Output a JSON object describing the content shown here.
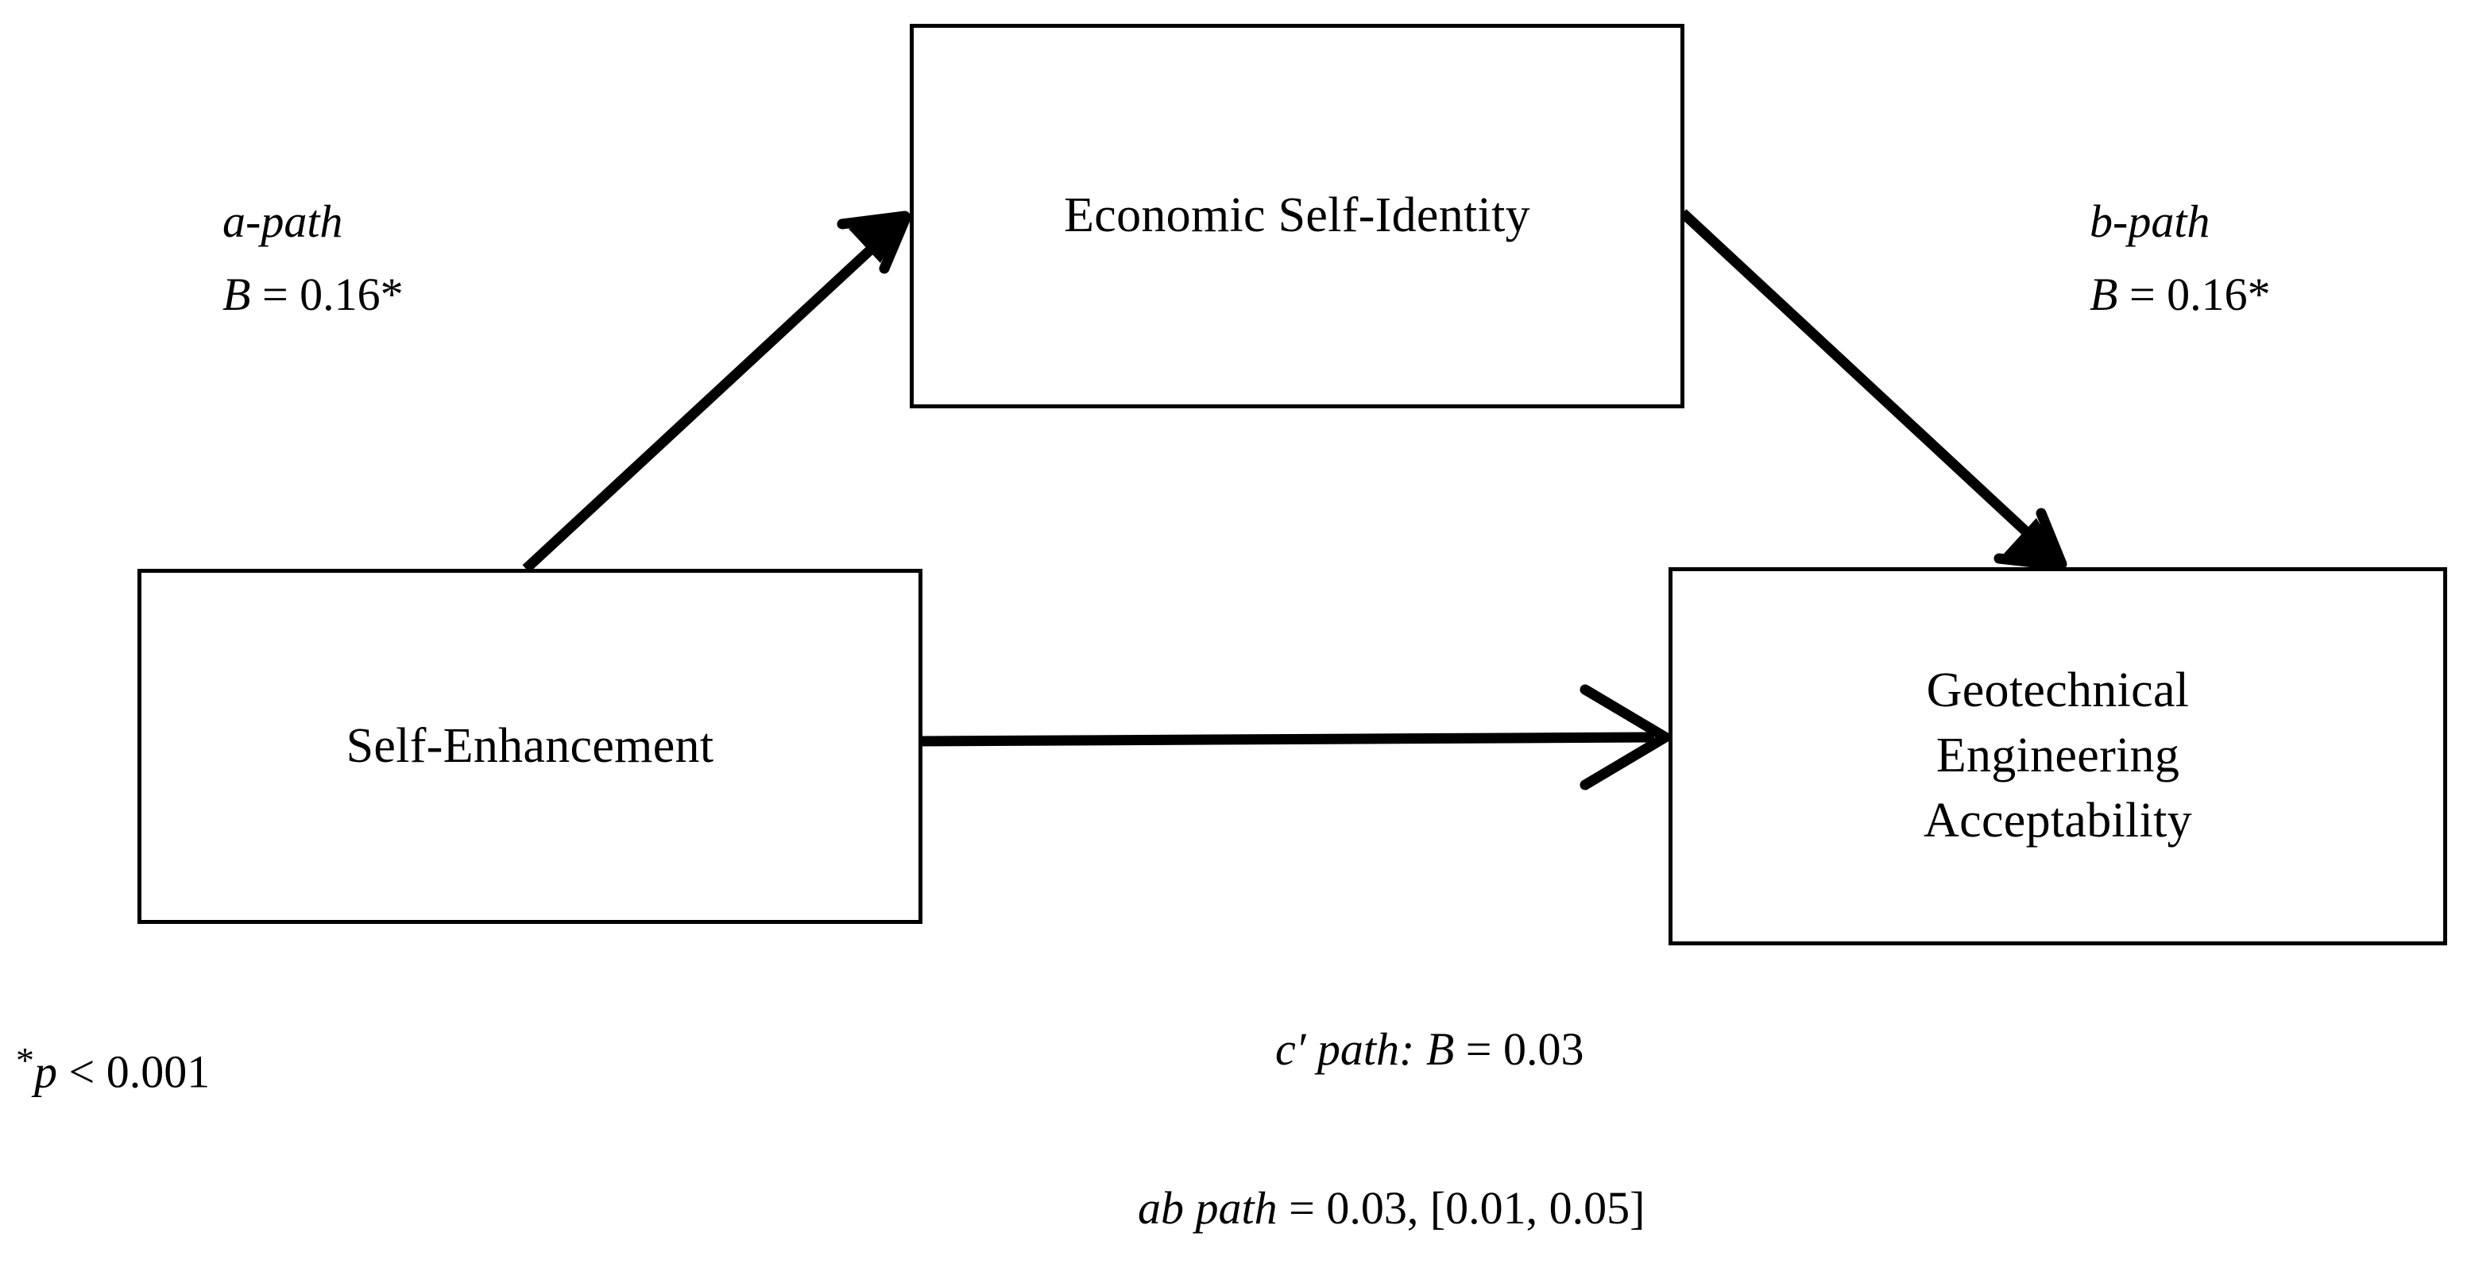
{
  "diagram": {
    "type": "mediation-model",
    "background_color": "#ffffff",
    "line_color": "#000000",
    "nodes": {
      "mediator": {
        "label": "Economic Self-Identity",
        "role": "mediator"
      },
      "predictor": {
        "label": "Self-Enhancement",
        "role": "independent-variable"
      },
      "outcome": {
        "label": "Geotechnical\nEngineering\nAcceptability",
        "role": "dependent-variable"
      }
    },
    "paths": {
      "a": {
        "name": "a-path",
        "coefficient_line": "B = 0.16*",
        "coefficient_symbol": "B",
        "equals": "=",
        "value": "0.16*",
        "from": "predictor",
        "to": "mediator"
      },
      "b": {
        "name": "b-path",
        "coefficient_line": "B = 0.16*",
        "coefficient_symbol": "B",
        "equals": "=",
        "value": "0.16*",
        "from": "mediator",
        "to": "outcome"
      },
      "c_prime": {
        "prefix": "c′ path:",
        "coefficient_symbol": "B",
        "equals": "=",
        "value": "0.03",
        "from": "predictor",
        "to": "outcome"
      },
      "ab": {
        "prefix": "ab path",
        "equals": "=",
        "value": "0.03, [0.01, 0.05]",
        "point_estimate": "0.03",
        "confidence_interval": "[0.01, 0.05]"
      }
    },
    "footnote": {
      "star": "*",
      "statistic": "p",
      "operator": "<",
      "value": "0.001"
    }
  }
}
